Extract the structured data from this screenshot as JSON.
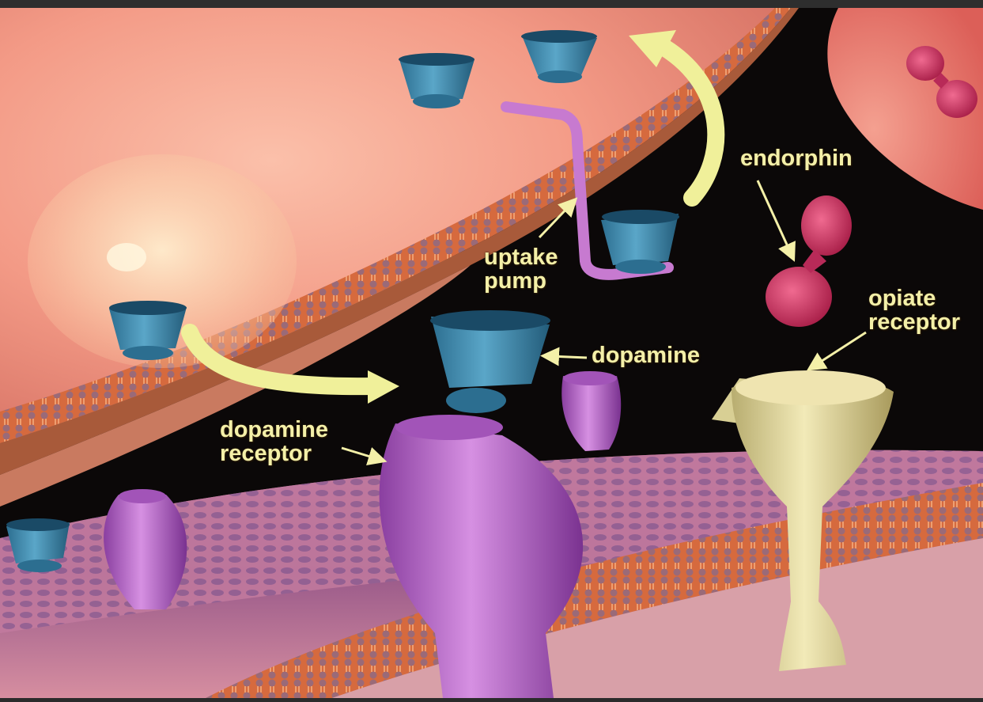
{
  "labels": {
    "endorphin": "endorphin",
    "uptake_pump_line1": "uptake",
    "uptake_pump_line2": "pump",
    "opiate_receptor_line1": "opiate",
    "opiate_receptor_line2": "receptor",
    "dopamine": "dopamine",
    "dopamine_receptor_line1": "dopamine",
    "dopamine_receptor_line2": "receptor"
  },
  "colors": {
    "label_text": "#f4f0a8",
    "arrow": "#f0f09a",
    "background": "#0b0808",
    "cell_body": "#f39a86",
    "membrane": "#e07a4a",
    "dopamine_molecule": "#4a90b0",
    "dopamine_receptor": "#c07ad0",
    "endorphin": "#d83a6a",
    "opiate_receptor": "#e6dca0",
    "postsynaptic_membrane": "#c87a9a"
  }
}
